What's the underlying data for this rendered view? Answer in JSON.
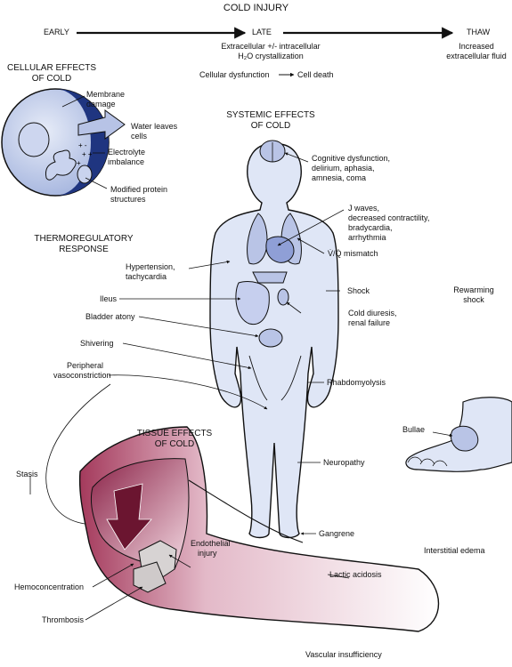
{
  "timeline": {
    "title": "COLD INJURY",
    "early": "EARLY",
    "late": "LATE",
    "thaw": "THAW",
    "late_note_line1": "Extracellular +/- intracellular",
    "late_note_line2": "H₂O crystallization",
    "cellular_dysfunction": "Cellular dysfunction",
    "cell_death": "Cell death",
    "thaw_note_line1": "Increased",
    "thaw_note_line2": "extracellular fluid"
  },
  "cellular": {
    "heading_line1": "CELLULAR EFFECTS",
    "heading_line2": "OF COLD",
    "membrane_line1": "Membrane",
    "membrane_line2": "damage",
    "water_line1": "Water leaves",
    "water_line2": "cells",
    "electrolyte_line1": "Electrolyte",
    "electrolyte_line2": "imbalance",
    "protein_line1": "Modified protein",
    "protein_line2": "structures"
  },
  "systemic": {
    "heading_line1": "SYSTEMIC EFFECTS",
    "heading_line2": "OF COLD",
    "cognitive_line1": "Cognitive dysfunction,",
    "cognitive_line2": "delirium, aphasia,",
    "cognitive_line3": "amnesia, coma",
    "cardiac_line1": "J waves,",
    "cardiac_line2": "decreased contractility,",
    "cardiac_line3": "bradycardia,",
    "cardiac_line4": "arrhythmia",
    "vq": "V̇/Q̇ mismatch",
    "shock": "Shock",
    "diuresis_line1": "Cold diuresis,",
    "diuresis_line2": "renal failure",
    "rhabdo": "Rhabdomyolysis",
    "neuropathy": "Neuropathy",
    "gangrene": "Gangrene"
  },
  "thermoregulatory": {
    "heading_line1": "THERMOREGULATORY",
    "heading_line2": "RESPONSE",
    "hypertension_line1": "Hypertension,",
    "hypertension_line2": "tachycardia",
    "ileus": "Ileus",
    "bladder": "Bladder atony",
    "shivering": "Shivering",
    "vaso_line1": "Peripheral",
    "vaso_line2": "vasoconstriction"
  },
  "tissue": {
    "heading_line1": "TISSUE EFFECTS",
    "heading_line2": "OF COLD",
    "stasis": "Stasis",
    "endothelial_line1": "Endothelial",
    "endothelial_line2": "injury",
    "hemoconcentration": "Hemoconcentration",
    "thrombosis": "Thrombosis",
    "lactic": "Lactic acidosis",
    "vascular": "Vascular insufficiency"
  },
  "thaw_side": {
    "rewarming_line1": "Rewarming",
    "rewarming_line2": "shock",
    "bullae": "Bullae",
    "edema": "Interstitial edema"
  },
  "colors": {
    "organ_blue": "#b9c4e6",
    "body_fill": "#dfe6f6",
    "vessel_red": "#7a1e3a",
    "outline": "#111111"
  }
}
